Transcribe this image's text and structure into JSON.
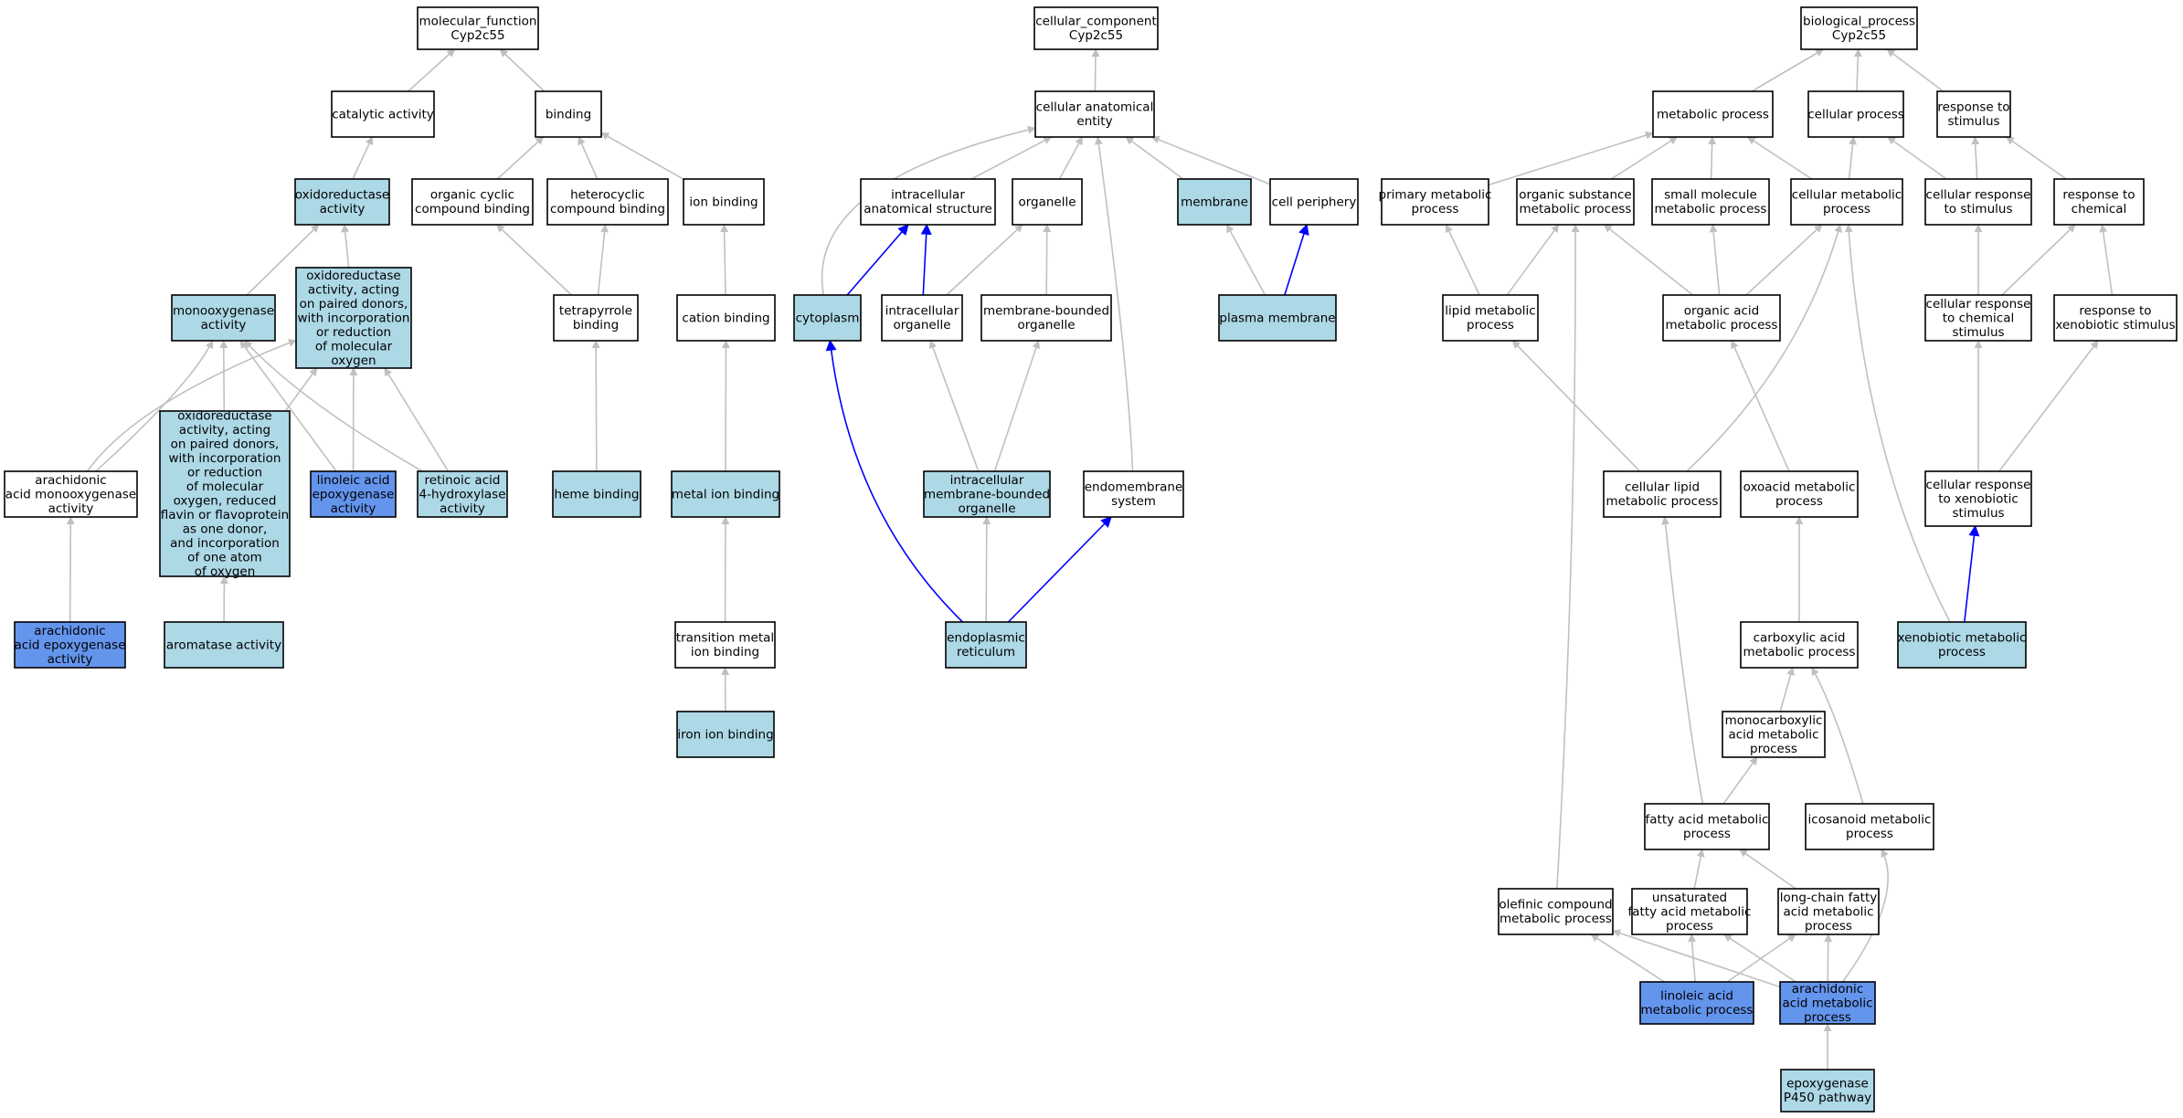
{
  "colors": {
    "white": "#ffffff",
    "light": "#add8e6",
    "dark": "#6495ed",
    "edge_gray": "#c0c0c0",
    "edge_blue": "#0000ff"
  },
  "nodes": [
    {
      "id": "mf",
      "lines": [
        "molecular_function",
        "Cyp2c55"
      ],
      "fill": "white"
    },
    {
      "id": "catalytic",
      "lines": [
        "catalytic activity"
      ],
      "fill": "white"
    },
    {
      "id": "binding",
      "lines": [
        "binding"
      ],
      "fill": "white"
    },
    {
      "id": "oxred",
      "lines": [
        "oxidoreductase",
        "activity"
      ],
      "fill": "light"
    },
    {
      "id": "organic_cyclic",
      "lines": [
        "organic cyclic",
        "compound binding"
      ],
      "fill": "white"
    },
    {
      "id": "heterocyclic",
      "lines": [
        "heterocyclic",
        "compound binding"
      ],
      "fill": "white"
    },
    {
      "id": "ion_binding",
      "lines": [
        "ion binding"
      ],
      "fill": "white"
    },
    {
      "id": "monoox",
      "lines": [
        "monooxygenase",
        "activity"
      ],
      "fill": "light"
    },
    {
      "id": "oxred_paired",
      "lines": [
        "oxidoreductase",
        "activity, acting",
        "on paired donors,",
        "with incorporation",
        "or reduction",
        "of molecular",
        "oxygen"
      ],
      "fill": "light"
    },
    {
      "id": "tetrapyrrole",
      "lines": [
        "tetrapyrrole",
        "binding"
      ],
      "fill": "white"
    },
    {
      "id": "cation",
      "lines": [
        "cation binding"
      ],
      "fill": "white"
    },
    {
      "id": "arach_monoox",
      "lines": [
        "arachidonic",
        "acid monooxygenase",
        "activity"
      ],
      "fill": "white"
    },
    {
      "id": "oxred_flavin",
      "lines": [
        "oxidoreductase",
        "activity, acting",
        "on paired donors,",
        "with incorporation",
        "or reduction",
        "of molecular",
        "oxygen, reduced",
        "flavin or flavoprotein",
        "as one donor,",
        "and incorporation",
        "of one atom",
        "of oxygen"
      ],
      "fill": "light"
    },
    {
      "id": "linoleic_epox",
      "lines": [
        "linoleic acid",
        "epoxygenase",
        "activity"
      ],
      "fill": "dark"
    },
    {
      "id": "retinoic",
      "lines": [
        "retinoic acid",
        "4-hydroxylase",
        "activity"
      ],
      "fill": "light"
    },
    {
      "id": "heme",
      "lines": [
        "heme binding"
      ],
      "fill": "light"
    },
    {
      "id": "metal_ion",
      "lines": [
        "metal ion binding"
      ],
      "fill": "light"
    },
    {
      "id": "arach_epox",
      "lines": [
        "arachidonic",
        "acid epoxygenase",
        "activity"
      ],
      "fill": "dark"
    },
    {
      "id": "aromatase",
      "lines": [
        "aromatase activity"
      ],
      "fill": "light"
    },
    {
      "id": "transition_metal",
      "lines": [
        "transition metal",
        "ion binding"
      ],
      "fill": "white"
    },
    {
      "id": "iron_ion",
      "lines": [
        "iron ion binding"
      ],
      "fill": "light"
    },
    {
      "id": "cc",
      "lines": [
        "cellular_component",
        "Cyp2c55"
      ],
      "fill": "white"
    },
    {
      "id": "cae",
      "lines": [
        "cellular anatomical",
        "entity"
      ],
      "fill": "white"
    },
    {
      "id": "intracell_anat",
      "lines": [
        "intracellular",
        "anatomical structure"
      ],
      "fill": "white"
    },
    {
      "id": "organelle",
      "lines": [
        "organelle"
      ],
      "fill": "white"
    },
    {
      "id": "membrane",
      "lines": [
        "membrane"
      ],
      "fill": "light"
    },
    {
      "id": "cell_periphery",
      "lines": [
        "cell periphery"
      ],
      "fill": "white"
    },
    {
      "id": "cytoplasm",
      "lines": [
        "cytoplasm"
      ],
      "fill": "light"
    },
    {
      "id": "intracell_org",
      "lines": [
        "intracellular",
        "organelle"
      ],
      "fill": "white"
    },
    {
      "id": "membrane_bounded",
      "lines": [
        "membrane-bounded",
        "organelle"
      ],
      "fill": "white"
    },
    {
      "id": "plasma_membrane",
      "lines": [
        "plasma membrane"
      ],
      "fill": "light"
    },
    {
      "id": "intracell_mb_org",
      "lines": [
        "intracellular",
        "membrane-bounded",
        "organelle"
      ],
      "fill": "light"
    },
    {
      "id": "endomembrane",
      "lines": [
        "endomembrane",
        "system"
      ],
      "fill": "white"
    },
    {
      "id": "er",
      "lines": [
        "endoplasmic",
        "reticulum"
      ],
      "fill": "light"
    },
    {
      "id": "bp",
      "lines": [
        "biological_process",
        "Cyp2c55"
      ],
      "fill": "white"
    },
    {
      "id": "metabolic",
      "lines": [
        "metabolic process"
      ],
      "fill": "white"
    },
    {
      "id": "cellular_proc",
      "lines": [
        "cellular process"
      ],
      "fill": "white"
    },
    {
      "id": "resp_stim",
      "lines": [
        "response to",
        "stimulus"
      ],
      "fill": "white"
    },
    {
      "id": "primary_met",
      "lines": [
        "primary metabolic",
        "process"
      ],
      "fill": "white"
    },
    {
      "id": "organic_subst",
      "lines": [
        "organic substance",
        "metabolic process"
      ],
      "fill": "white"
    },
    {
      "id": "small_mol",
      "lines": [
        "small molecule",
        "metabolic process"
      ],
      "fill": "white"
    },
    {
      "id": "cell_met",
      "lines": [
        "cellular metabolic",
        "process"
      ],
      "fill": "white"
    },
    {
      "id": "cell_resp_stim",
      "lines": [
        "cellular response",
        "to stimulus"
      ],
      "fill": "white"
    },
    {
      "id": "resp_chem",
      "lines": [
        "response to",
        "chemical"
      ],
      "fill": "white"
    },
    {
      "id": "lipid_met",
      "lines": [
        "lipid metabolic",
        "process"
      ],
      "fill": "white"
    },
    {
      "id": "organic_acid",
      "lines": [
        "organic acid",
        "metabolic process"
      ],
      "fill": "white"
    },
    {
      "id": "cell_resp_chem",
      "lines": [
        "cellular response",
        "to chemical",
        "stimulus"
      ],
      "fill": "white"
    },
    {
      "id": "resp_xeno",
      "lines": [
        "response to",
        "xenobiotic stimulus"
      ],
      "fill": "white"
    },
    {
      "id": "cell_lipid",
      "lines": [
        "cellular lipid",
        "metabolic process"
      ],
      "fill": "white"
    },
    {
      "id": "oxoacid",
      "lines": [
        "oxoacid metabolic",
        "process"
      ],
      "fill": "white"
    },
    {
      "id": "cell_resp_xeno",
      "lines": [
        "cellular response",
        "to xenobiotic",
        "stimulus"
      ],
      "fill": "white"
    },
    {
      "id": "carboxylic",
      "lines": [
        "carboxylic acid",
        "metabolic process"
      ],
      "fill": "white"
    },
    {
      "id": "xeno_met",
      "lines": [
        "xenobiotic metabolic",
        "process"
      ],
      "fill": "light"
    },
    {
      "id": "monocarbox",
      "lines": [
        "monocarboxylic",
        "acid metabolic",
        "process"
      ],
      "fill": "white"
    },
    {
      "id": "fatty_acid",
      "lines": [
        "fatty acid metabolic",
        "process"
      ],
      "fill": "white"
    },
    {
      "id": "icosanoid",
      "lines": [
        "icosanoid metabolic",
        "process"
      ],
      "fill": "white"
    },
    {
      "id": "olefinic",
      "lines": [
        "olefinic compound",
        "metabolic process"
      ],
      "fill": "white"
    },
    {
      "id": "unsat_fatty",
      "lines": [
        "unsaturated",
        "fatty acid metabolic",
        "process"
      ],
      "fill": "white"
    },
    {
      "id": "long_chain",
      "lines": [
        "long-chain fatty",
        "acid metabolic",
        "process"
      ],
      "fill": "white"
    },
    {
      "id": "linoleic_met",
      "lines": [
        "linoleic acid",
        "metabolic process"
      ],
      "fill": "dark"
    },
    {
      "id": "arach_met",
      "lines": [
        "arachidonic",
        "acid metabolic",
        "process"
      ],
      "fill": "dark"
    },
    {
      "id": "epox_p450",
      "lines": [
        "epoxygenase",
        "P450 pathway"
      ],
      "fill": "light"
    }
  ],
  "edges": [
    {
      "from": "catalytic",
      "to": "mf",
      "color": "gray"
    },
    {
      "from": "binding",
      "to": "mf",
      "color": "gray"
    },
    {
      "from": "oxred",
      "to": "catalytic",
      "color": "gray"
    },
    {
      "from": "organic_cyclic",
      "to": "binding",
      "color": "gray"
    },
    {
      "from": "heterocyclic",
      "to": "binding",
      "color": "gray"
    },
    {
      "from": "ion_binding",
      "to": "binding",
      "color": "gray"
    },
    {
      "from": "monoox",
      "to": "oxred",
      "color": "gray"
    },
    {
      "from": "oxred_paired",
      "to": "oxred",
      "color": "gray"
    },
    {
      "from": "tetrapyrrole",
      "to": "organic_cyclic",
      "color": "gray"
    },
    {
      "from": "tetrapyrrole",
      "to": "heterocyclic",
      "color": "gray"
    },
    {
      "from": "cation",
      "to": "ion_binding",
      "color": "gray"
    },
    {
      "from": "arach_monoox",
      "to": "monoox",
      "color": "gray"
    },
    {
      "from": "arach_monoox",
      "to": "oxred_paired",
      "color": "gray"
    },
    {
      "from": "oxred_flavin",
      "to": "monoox",
      "color": "gray"
    },
    {
      "from": "oxred_flavin",
      "to": "oxred_paired",
      "color": "gray"
    },
    {
      "from": "linoleic_epox",
      "to": "monoox",
      "color": "gray"
    },
    {
      "from": "linoleic_epox",
      "to": "oxred_paired",
      "color": "gray"
    },
    {
      "from": "retinoic",
      "to": "monoox",
      "color": "gray"
    },
    {
      "from": "retinoic",
      "to": "oxred_paired",
      "color": "gray"
    },
    {
      "from": "heme",
      "to": "tetrapyrrole",
      "color": "gray"
    },
    {
      "from": "metal_ion",
      "to": "cation",
      "color": "gray"
    },
    {
      "from": "arach_epox",
      "to": "arach_monoox",
      "color": "gray"
    },
    {
      "from": "aromatase",
      "to": "oxred_flavin",
      "color": "gray"
    },
    {
      "from": "transition_metal",
      "to": "metal_ion",
      "color": "gray"
    },
    {
      "from": "iron_ion",
      "to": "transition_metal",
      "color": "gray"
    },
    {
      "from": "cae",
      "to": "cc",
      "color": "gray"
    },
    {
      "from": "intracell_anat",
      "to": "cae",
      "color": "gray"
    },
    {
      "from": "organelle",
      "to": "cae",
      "color": "gray"
    },
    {
      "from": "membrane",
      "to": "cae",
      "color": "gray"
    },
    {
      "from": "cell_periphery",
      "to": "cae",
      "color": "gray"
    },
    {
      "from": "cytoplasm",
      "to": "cae",
      "color": "gray"
    },
    {
      "from": "endomembrane",
      "to": "cae",
      "color": "gray"
    },
    {
      "from": "cytoplasm",
      "to": "intracell_anat",
      "color": "blue"
    },
    {
      "from": "intracell_org",
      "to": "intracell_anat",
      "color": "blue"
    },
    {
      "from": "intracell_org",
      "to": "organelle",
      "color": "gray"
    },
    {
      "from": "membrane_bounded",
      "to": "organelle",
      "color": "gray"
    },
    {
      "from": "plasma_membrane",
      "to": "membrane",
      "color": "gray"
    },
    {
      "from": "plasma_membrane",
      "to": "cell_periphery",
      "color": "blue"
    },
    {
      "from": "intracell_mb_org",
      "to": "intracell_org",
      "color": "gray"
    },
    {
      "from": "intracell_mb_org",
      "to": "membrane_bounded",
      "color": "gray"
    },
    {
      "from": "er",
      "to": "intracell_mb_org",
      "color": "gray"
    },
    {
      "from": "er",
      "to": "cytoplasm",
      "color": "blue"
    },
    {
      "from": "er",
      "to": "endomembrane",
      "color": "blue"
    },
    {
      "from": "metabolic",
      "to": "bp",
      "color": "gray"
    },
    {
      "from": "cellular_proc",
      "to": "bp",
      "color": "gray"
    },
    {
      "from": "resp_stim",
      "to": "bp",
      "color": "gray"
    },
    {
      "from": "primary_met",
      "to": "metabolic",
      "color": "gray"
    },
    {
      "from": "organic_subst",
      "to": "metabolic",
      "color": "gray"
    },
    {
      "from": "small_mol",
      "to": "metabolic",
      "color": "gray"
    },
    {
      "from": "cell_met",
      "to": "metabolic",
      "color": "gray"
    },
    {
      "from": "cell_met",
      "to": "cellular_proc",
      "color": "gray"
    },
    {
      "from": "cell_resp_stim",
      "to": "cellular_proc",
      "color": "gray"
    },
    {
      "from": "cell_resp_stim",
      "to": "resp_stim",
      "color": "gray"
    },
    {
      "from": "resp_chem",
      "to": "resp_stim",
      "color": "gray"
    },
    {
      "from": "lipid_met",
      "to": "primary_met",
      "color": "gray"
    },
    {
      "from": "lipid_met",
      "to": "organic_subst",
      "color": "gray"
    },
    {
      "from": "organic_acid",
      "to": "organic_subst",
      "color": "gray"
    },
    {
      "from": "organic_acid",
      "to": "small_mol",
      "color": "gray"
    },
    {
      "from": "organic_acid",
      "to": "cell_met",
      "color": "gray"
    },
    {
      "from": "cell_resp_chem",
      "to": "cell_resp_stim",
      "color": "gray"
    },
    {
      "from": "cell_resp_chem",
      "to": "resp_chem",
      "color": "gray"
    },
    {
      "from": "resp_xeno",
      "to": "resp_chem",
      "color": "gray"
    },
    {
      "from": "cell_lipid",
      "to": "lipid_met",
      "color": "gray"
    },
    {
      "from": "cell_lipid",
      "to": "cell_met",
      "color": "gray"
    },
    {
      "from": "oxoacid",
      "to": "organic_acid",
      "color": "gray"
    },
    {
      "from": "cell_resp_xeno",
      "to": "cell_resp_chem",
      "color": "gray"
    },
    {
      "from": "cell_resp_xeno",
      "to": "resp_xeno",
      "color": "gray"
    },
    {
      "from": "carboxylic",
      "to": "oxoacid",
      "color": "gray"
    },
    {
      "from": "xeno_met",
      "to": "cell_met",
      "color": "gray"
    },
    {
      "from": "xeno_met",
      "to": "cell_resp_xeno",
      "color": "blue"
    },
    {
      "from": "monocarbox",
      "to": "carboxylic",
      "color": "gray"
    },
    {
      "from": "fatty_acid",
      "to": "monocarbox",
      "color": "gray"
    },
    {
      "from": "fatty_acid",
      "to": "cell_lipid",
      "color": "gray"
    },
    {
      "from": "icosanoid",
      "to": "carboxylic",
      "color": "gray"
    },
    {
      "from": "olefinic",
      "to": "organic_subst",
      "color": "gray"
    },
    {
      "from": "unsat_fatty",
      "to": "fatty_acid",
      "color": "gray"
    },
    {
      "from": "long_chain",
      "to": "fatty_acid",
      "color": "gray"
    },
    {
      "from": "linoleic_met",
      "to": "olefinic",
      "color": "gray"
    },
    {
      "from": "linoleic_met",
      "to": "unsat_fatty",
      "color": "gray"
    },
    {
      "from": "linoleic_met",
      "to": "long_chain",
      "color": "gray"
    },
    {
      "from": "arach_met",
      "to": "olefinic",
      "color": "gray"
    },
    {
      "from": "arach_met",
      "to": "unsat_fatty",
      "color": "gray"
    },
    {
      "from": "arach_met",
      "to": "long_chain",
      "color": "gray"
    },
    {
      "from": "arach_met",
      "to": "icosanoid",
      "color": "gray"
    },
    {
      "from": "epox_p450",
      "to": "arach_met",
      "color": "gray"
    }
  ]
}
